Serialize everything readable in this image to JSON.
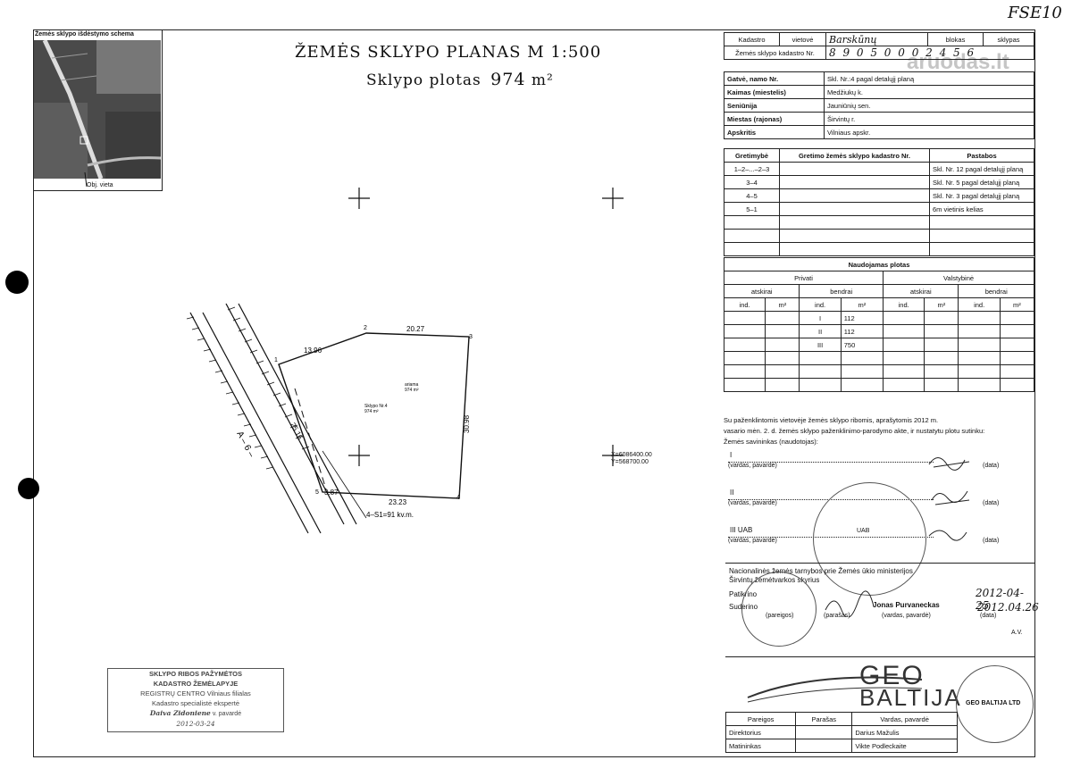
{
  "corner_note": "FSE10",
  "watermark": "aruodas.lt",
  "scheme": {
    "title": "Žemės sklypo išdėstymo schema",
    "obj_label": "Obj. vieta"
  },
  "plan": {
    "title": "ŽEMĖS SKLYPO PLANAS M 1:500",
    "area_label": "Sklypo plotas",
    "area_value": "974",
    "area_unit": "m²"
  },
  "cadastre": {
    "kadastro": "Kadastro",
    "vietove": "vietovė",
    "vietove_value": "Barskūnų",
    "blokas": "blokas",
    "sklypas": "sklypas",
    "nr_label": "Žemės sklypo kadastro Nr.",
    "nr_value": "8 9 0 5 0 0 0 2 4 5 6"
  },
  "address": {
    "rows": [
      {
        "label": "Gatvė, namo Nr.",
        "value": "Skl. Nr.:4 pagal detalųjį planą"
      },
      {
        "label": "Kaimas (miestelis)",
        "value": "Medžiukų k."
      },
      {
        "label": "Seniūnija",
        "value": "Jauniūnių sen."
      },
      {
        "label": "Miestas (rajonas)",
        "value": "Širvintų r."
      },
      {
        "label": "Apskritis",
        "value": "Vilniaus apskr."
      }
    ]
  },
  "neighbors": {
    "headers": [
      "Gretimybė",
      "Gretimo žemės sklypo kadastro Nr.",
      "Pastabos"
    ],
    "rows": [
      [
        "1–2–...–2–3",
        "",
        "Skl. Nr. 12 pagal detalųjį planą"
      ],
      [
        "3–4",
        "",
        "Skl. Nr. 5 pagal detalųjį planą"
      ],
      [
        "4–5",
        "",
        "Skl. Nr. 3 pagal detalųjį planą"
      ],
      [
        "5–1",
        "",
        "6m vietinis kelias"
      ],
      [
        "",
        "",
        ""
      ],
      [
        "",
        "",
        ""
      ],
      [
        "",
        "",
        ""
      ]
    ]
  },
  "usage": {
    "title": "Naudojamas plotas",
    "privati": "Privati",
    "valstybine": "Valstybinė",
    "atskirai": "atskirai",
    "bendrai": "bendrai",
    "ind": "ind.",
    "m2": "m²",
    "rows": [
      [
        "",
        "",
        "I",
        "112",
        "",
        "",
        "",
        ""
      ],
      [
        "",
        "",
        "II",
        "112",
        "",
        "",
        "",
        ""
      ],
      [
        "",
        "",
        "III",
        "750",
        "",
        "",
        "",
        ""
      ],
      [
        "",
        "",
        "",
        "",
        "",
        "",
        "",
        ""
      ],
      [
        "",
        "",
        "",
        "",
        "",
        "",
        "",
        ""
      ],
      [
        "",
        "",
        "",
        "",
        "",
        "",
        "",
        ""
      ]
    ]
  },
  "agreement": {
    "line1": "Su paženklintomis vietovėje žemės sklypo ribomis, aprašytomis 2012 m.",
    "line2": "vasario mėn. 2. d. žemės sklypo paženklinimo-parodymo akte, ir nustatytu plotu sutinku:",
    "line3": "Žemės savininkas (naudotojas):",
    "owners": [
      "I",
      "II",
      "III UAB"
    ],
    "sub_name": "(vardas, pavardė)",
    "sub_date": "(data)"
  },
  "approval": {
    "line1": "Nacionalinės žemės tarnybos prie Žemės ūkio ministerijos",
    "line2": "Širvintų žemėtvarkos skyrius",
    "patikrino": "Patikrino",
    "suderino": "Suderino",
    "name": "Jonas Purvaneckas",
    "date1": "2012-04-25",
    "date2": "2012.04.26",
    "sub_pareigos": "(pareigos)",
    "sub_parasas": "(parašas)",
    "sub_name": "(vardas, pavardė)",
    "sub_data": "(data)",
    "av": "A.V."
  },
  "company": {
    "logo_top": "GEO",
    "logo_bottom": "BALTIJA",
    "stamp": "GEO BALTIJA LTD"
  },
  "signers": {
    "headers": [
      "Pareigos",
      "Parašas",
      "Vardas, pavardė"
    ],
    "rows": [
      [
        "Direktorius",
        "",
        "Darius Mažulis"
      ],
      [
        "Matininkas",
        "",
        "Vikte Podleckaite"
      ]
    ]
  },
  "drawing": {
    "road_label": "A – 6 –",
    "dim_1_2": "13.96",
    "dim_2_3": "20.27",
    "dim_3_4": "30.98",
    "dim_4_5": "23.23",
    "dim_5_1": "25.16",
    "dim_5": "3.87",
    "servitude": "4–S1=91 kv.m.",
    "parcel_label": "Sklypo Nr.4",
    "parcel_area": "974 m²",
    "ariama_label": "ariama",
    "ariama_area": "974 m²",
    "coord_x": "X=6086400.00",
    "coord_y": "Y=568700.00",
    "points": [
      "1",
      "2",
      "3",
      "4",
      "5"
    ]
  },
  "bottom_stamp": {
    "line1": "SKLYPO RIBOS PAŽYMĖTOS",
    "line2": "KADASTRO ŽEMĖLAPYJE",
    "line3": "REGISTRŲ CENTRO Vilniaus filialas",
    "line4": "Kadastro specialistė ekspertė",
    "name": "Daiva Zidoniene",
    "name_sub": "v. pavardė",
    "date": "2012-03-24"
  }
}
